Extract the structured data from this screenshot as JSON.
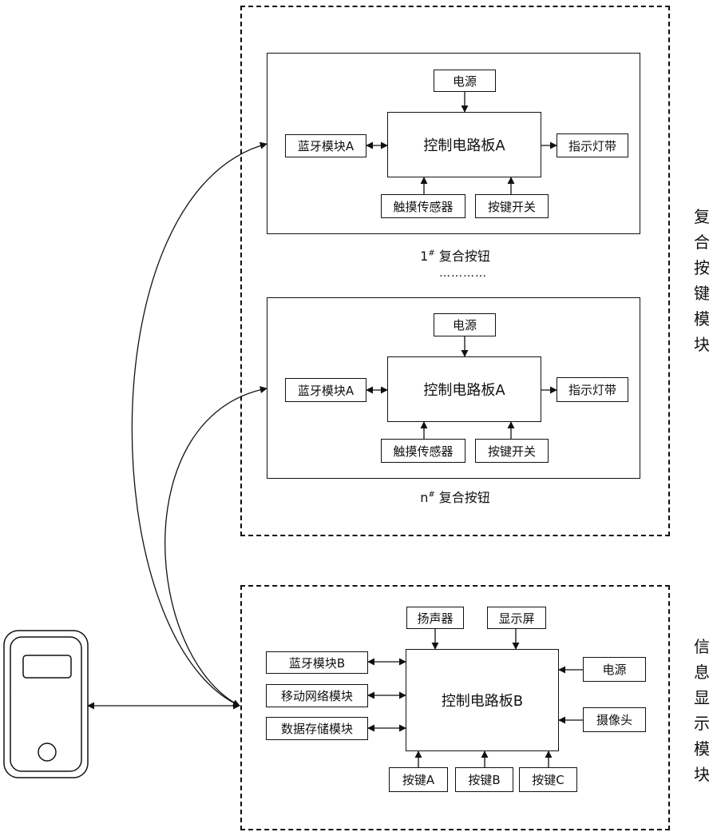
{
  "composite_module": {
    "vertical_label": "复合按键模块",
    "ellipsis": "…………",
    "button1": {
      "number": "1",
      "superscript": "#",
      "caption": " 复合按钮",
      "power": "电源",
      "bluetooth": "蓝牙模块A",
      "board": "控制电路板A",
      "indicator": "指示灯带",
      "touch_sensor": "触摸传感器",
      "key_switch": "按键开关"
    },
    "buttonN": {
      "number": "n",
      "superscript": "#",
      "caption": " 复合按钮",
      "power": "电源",
      "bluetooth": "蓝牙模块A",
      "board": "控制电路板A",
      "indicator": "指示灯带",
      "touch_sensor": "触摸传感器",
      "key_switch": "按键开关"
    }
  },
  "display_module": {
    "vertical_label": "信息显示模块",
    "speaker": "扬声器",
    "screen": "显示屏",
    "bluetooth": "蓝牙模块B",
    "mobile_network": "移动网络模块",
    "data_storage": "数据存储模块",
    "board": "控制电路板B",
    "power": "电源",
    "camera": "摄像头",
    "key_a": "按键A",
    "key_b": "按键B",
    "key_c": "按键C"
  }
}
